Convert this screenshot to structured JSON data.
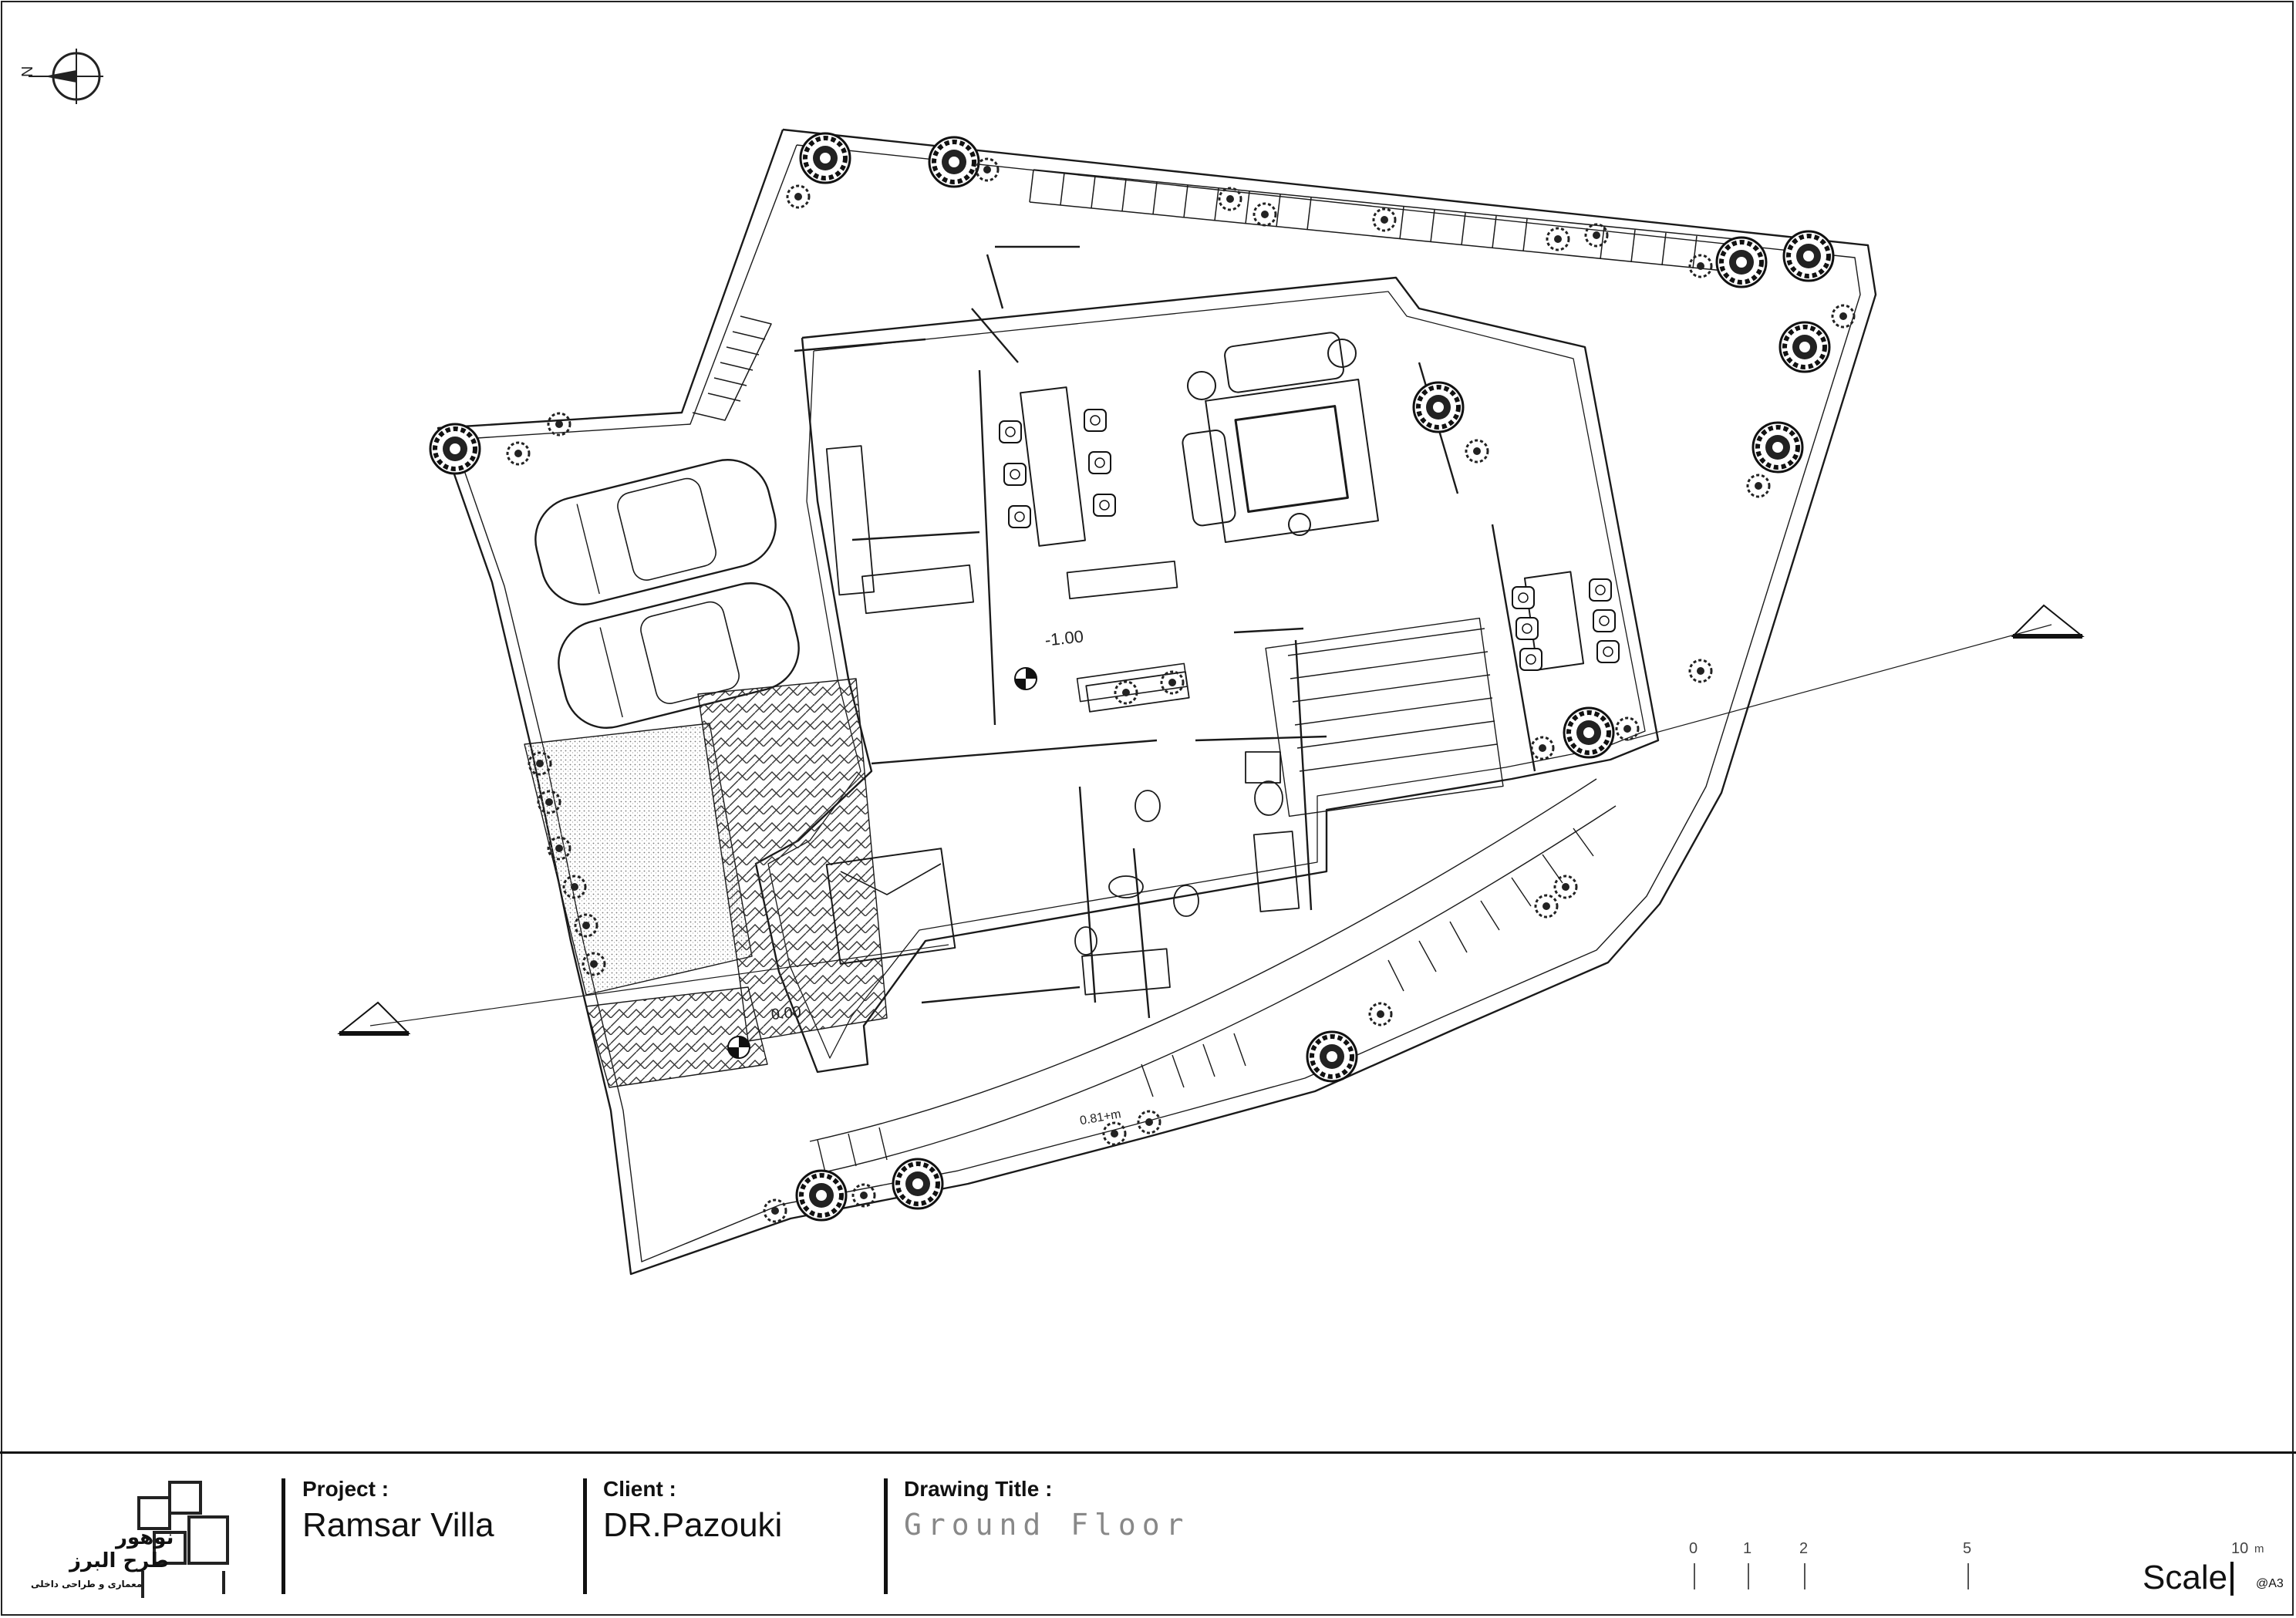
{
  "title_block": {
    "project_label": "Project :",
    "project_value": "Ramsar Villa",
    "client_label": "Client :",
    "client_value": "DR.Pazouki",
    "drawing_title_label": "Drawing Title :",
    "drawing_title_value": "Ground Floor",
    "logo_line1": "نوهور",
    "logo_line2": "طرح البرز",
    "logo_line3": "معماری و طراحی داخلی"
  },
  "scale": {
    "ticks": [
      "0",
      "1",
      "2",
      "5",
      "10"
    ],
    "unit": "m",
    "label": "Scale",
    "paper": "@A3"
  },
  "north_arrow": {
    "label": "N"
  },
  "plan_annotations": {
    "level_upper": "-1.00",
    "level_lower": "0.00",
    "level_path": "0.81+m"
  }
}
